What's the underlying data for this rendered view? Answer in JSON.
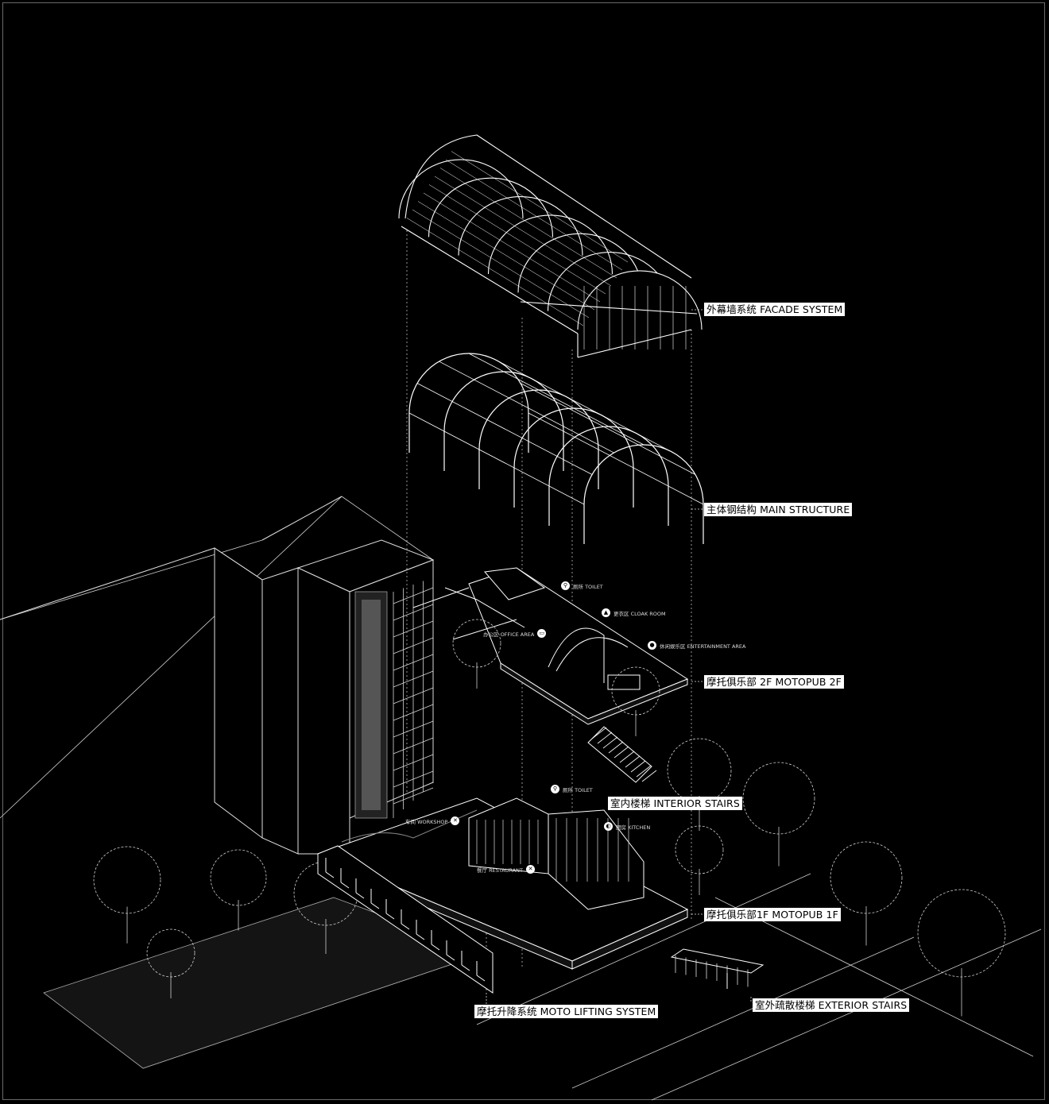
{
  "labels": {
    "facade": "外幕墙系统 FACADE SYSTEM",
    "structure": "主体钢结构 MAIN STRUCTURE",
    "floor2": "摩托俱乐部 2F MOTOPUB 2F",
    "interior_stairs": "室内楼梯 INTERIOR STAIRS",
    "floor1": "摩托俱乐部1F MOTOPUB 1F",
    "lifting": "摩托升降系统 MOTO LIFTING SYSTEM",
    "exterior_stairs": "室外疏散楼梯 EXTERIOR STAIRS"
  },
  "tags2f": {
    "toilet": "厕所 TOILET",
    "cloak": "更衣区 CLOAK ROOM",
    "office": "办公区 OFFICE AREA",
    "entertainment": "休闲娱乐区 ENTERTAINMENT AREA"
  },
  "tags1f": {
    "toilet": "厕所 TOILET",
    "workshop": "车间 WORKSHOP",
    "kitchen": "厨房 KITCHEN",
    "restaurant": "餐厅 RESTAURANT"
  },
  "icons": {
    "toilet": "toilet-icon",
    "cloak": "hanger-icon",
    "office": "monitor-icon",
    "entertainment": "game-icon",
    "workshop": "wrench-icon",
    "kitchen": "cooking-icon",
    "restaurant": "cutlery-icon"
  },
  "colors": {
    "background": "#000000",
    "line": "#ffffff",
    "label_bg": "#ffffff",
    "label_text": "#000000"
  }
}
